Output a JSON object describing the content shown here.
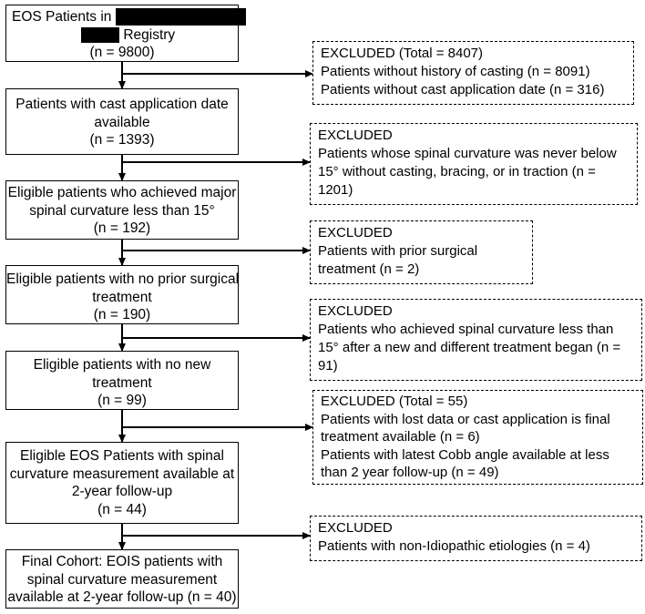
{
  "main_boxes": [
    {
      "id": "start",
      "line1": "EOS Patients in",
      "line2": "Registry",
      "line3": "(n = 9800)"
    },
    {
      "lines": [
        "Patients with cast application date",
        "available",
        "(n = 1393)"
      ]
    },
    {
      "lines": [
        "Eligible patients who achieved major",
        "spinal curvature less than 15°",
        "(n = 192)"
      ]
    },
    {
      "lines": [
        "Eligible patients with no prior surgical",
        "treatment",
        "(n = 190)"
      ]
    },
    {
      "lines": [
        "Eligible patients with no new",
        "treatment",
        "(n = 99)"
      ]
    },
    {
      "lines": [
        "Eligible EOS Patients with spinal",
        "curvature measurement available at",
        "2-year follow-up",
        "(n = 44)"
      ]
    },
    {
      "lines": [
        "Final Cohort: EOIS patients with",
        "spinal curvature measurement",
        "available at 2-year follow-up (n = 40)"
      ]
    }
  ],
  "excluded_boxes": [
    {
      "lines": [
        "EXCLUDED (Total = 8407)",
        "Patients without history of casting (n = 8091)",
        "Patients without cast application date (n = 316)"
      ]
    },
    {
      "lines": [
        "EXCLUDED",
        "Patients whose spinal curvature was never below",
        "15° without casting, bracing, or in traction (n =",
        "1201)"
      ]
    },
    {
      "lines": [
        "EXCLUDED",
        "Patients with prior surgical",
        "treatment (n = 2)"
      ]
    },
    {
      "lines": [
        "EXCLUDED",
        "Patients who achieved spinal curvature less than",
        "15° after a new and different treatment began (n =",
        "91)"
      ]
    },
    {
      "lines": [
        "EXCLUDED (Total = 55)",
        "Patients with lost data or cast application is final",
        "treatment available (n = 6)",
        "Patients with latest Cobb angle available at less",
        "than 2 year follow-up (n = 49)"
      ]
    },
    {
      "lines": [
        "EXCLUDED",
        "Patients with non-Idiopathic etiologies (n = 4)"
      ]
    }
  ]
}
